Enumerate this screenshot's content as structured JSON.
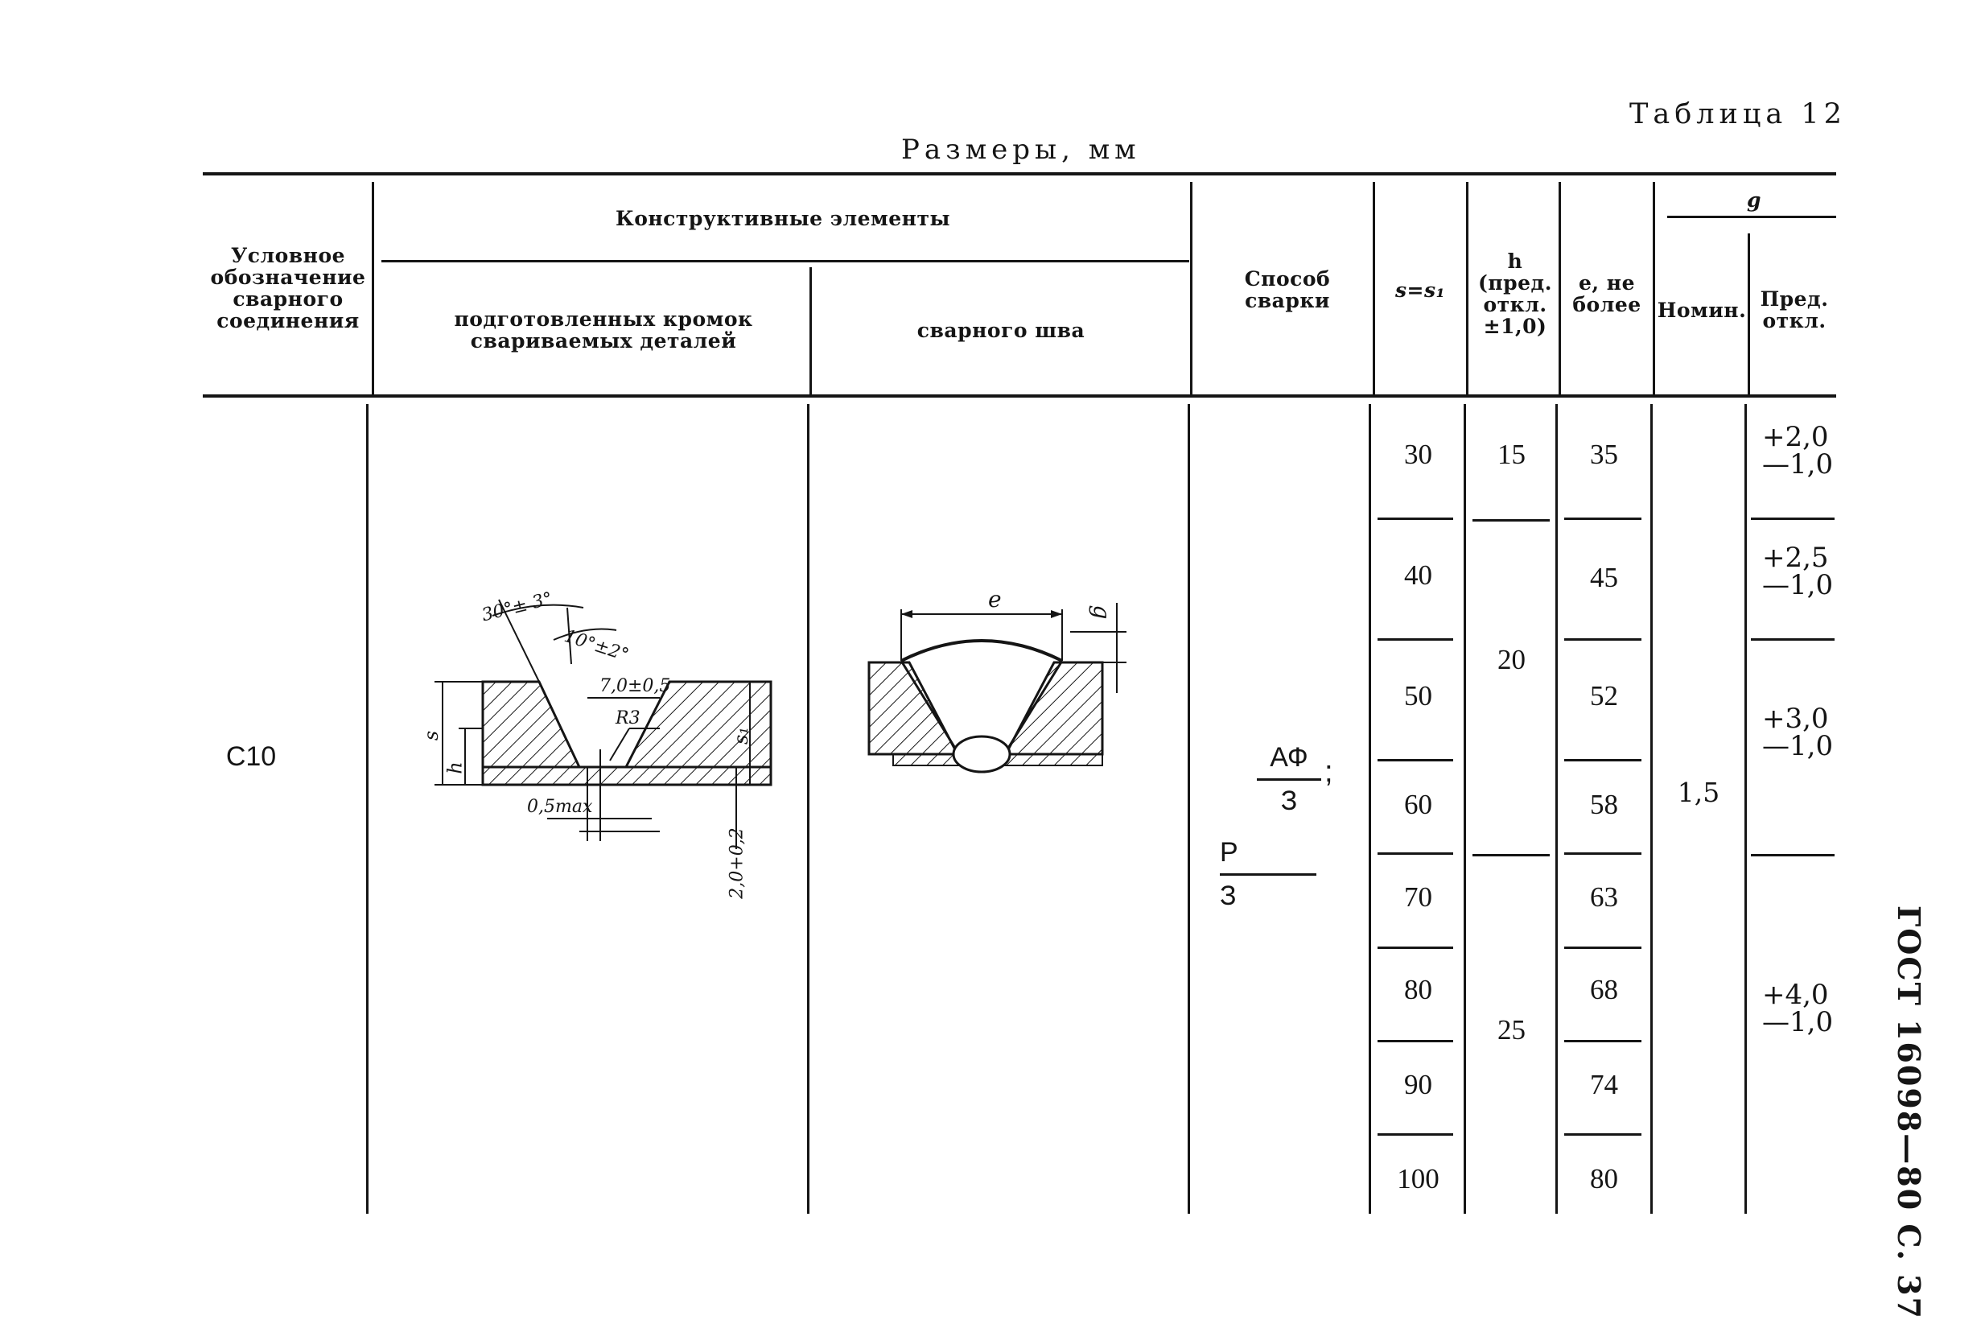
{
  "caption": "Таблица 12",
  "units": "Размеры, мм",
  "running_head": "ГОСТ 16098—80 С. 37",
  "header": {
    "designation": "Условное обозначение сварного соединения",
    "constructive": "Конструктивные элементы",
    "prepared_edges": "подготовленных кромок свариваемых деталей",
    "weld_seam": "сварного шва",
    "method": "Способ сварки",
    "s_s1": "s=s₁",
    "h_col": "h (пред. откл. ±1,0)",
    "e_col": "e, не более",
    "g_group": "g",
    "g_nom": "Номин.",
    "g_tol": "Пред. откл."
  },
  "row": {
    "designation": "С10",
    "method": {
      "top_num": "АФ",
      "top_den": "З",
      "separator": ";",
      "bottom_num": "Р",
      "bottom_den": "З"
    },
    "s": [
      "30",
      "40",
      "50",
      "60",
      "70",
      "80",
      "90",
      "100"
    ],
    "h": [
      {
        "value": "15",
        "span": "30"
      },
      {
        "value": "20",
        "span": "40–60"
      },
      {
        "value": "25",
        "span": "70–100"
      }
    ],
    "e": [
      "35",
      "45",
      "52",
      "58",
      "63",
      "68",
      "74",
      "80"
    ],
    "g_nom": "1,5",
    "g_tol": [
      {
        "plus": "+2,0",
        "minus": "—1,0"
      },
      {
        "plus": "+2,5",
        "minus": "—1,0"
      },
      {
        "plus": "+3,0",
        "minus": "—1,0"
      },
      {
        "plus": "+4,0",
        "minus": "—1,0"
      }
    ]
  },
  "drawing_prepared": {
    "angle_outer": "30°± 3°",
    "angle_inner": "10°±2°",
    "gap": "7,0±0,5",
    "radius": "R3",
    "root_step": "0,5max",
    "backing": "2,0+0,2",
    "s": "s",
    "h": "h",
    "s1": "s₁"
  },
  "drawing_seam": {
    "e": "e",
    "g": "g"
  }
}
